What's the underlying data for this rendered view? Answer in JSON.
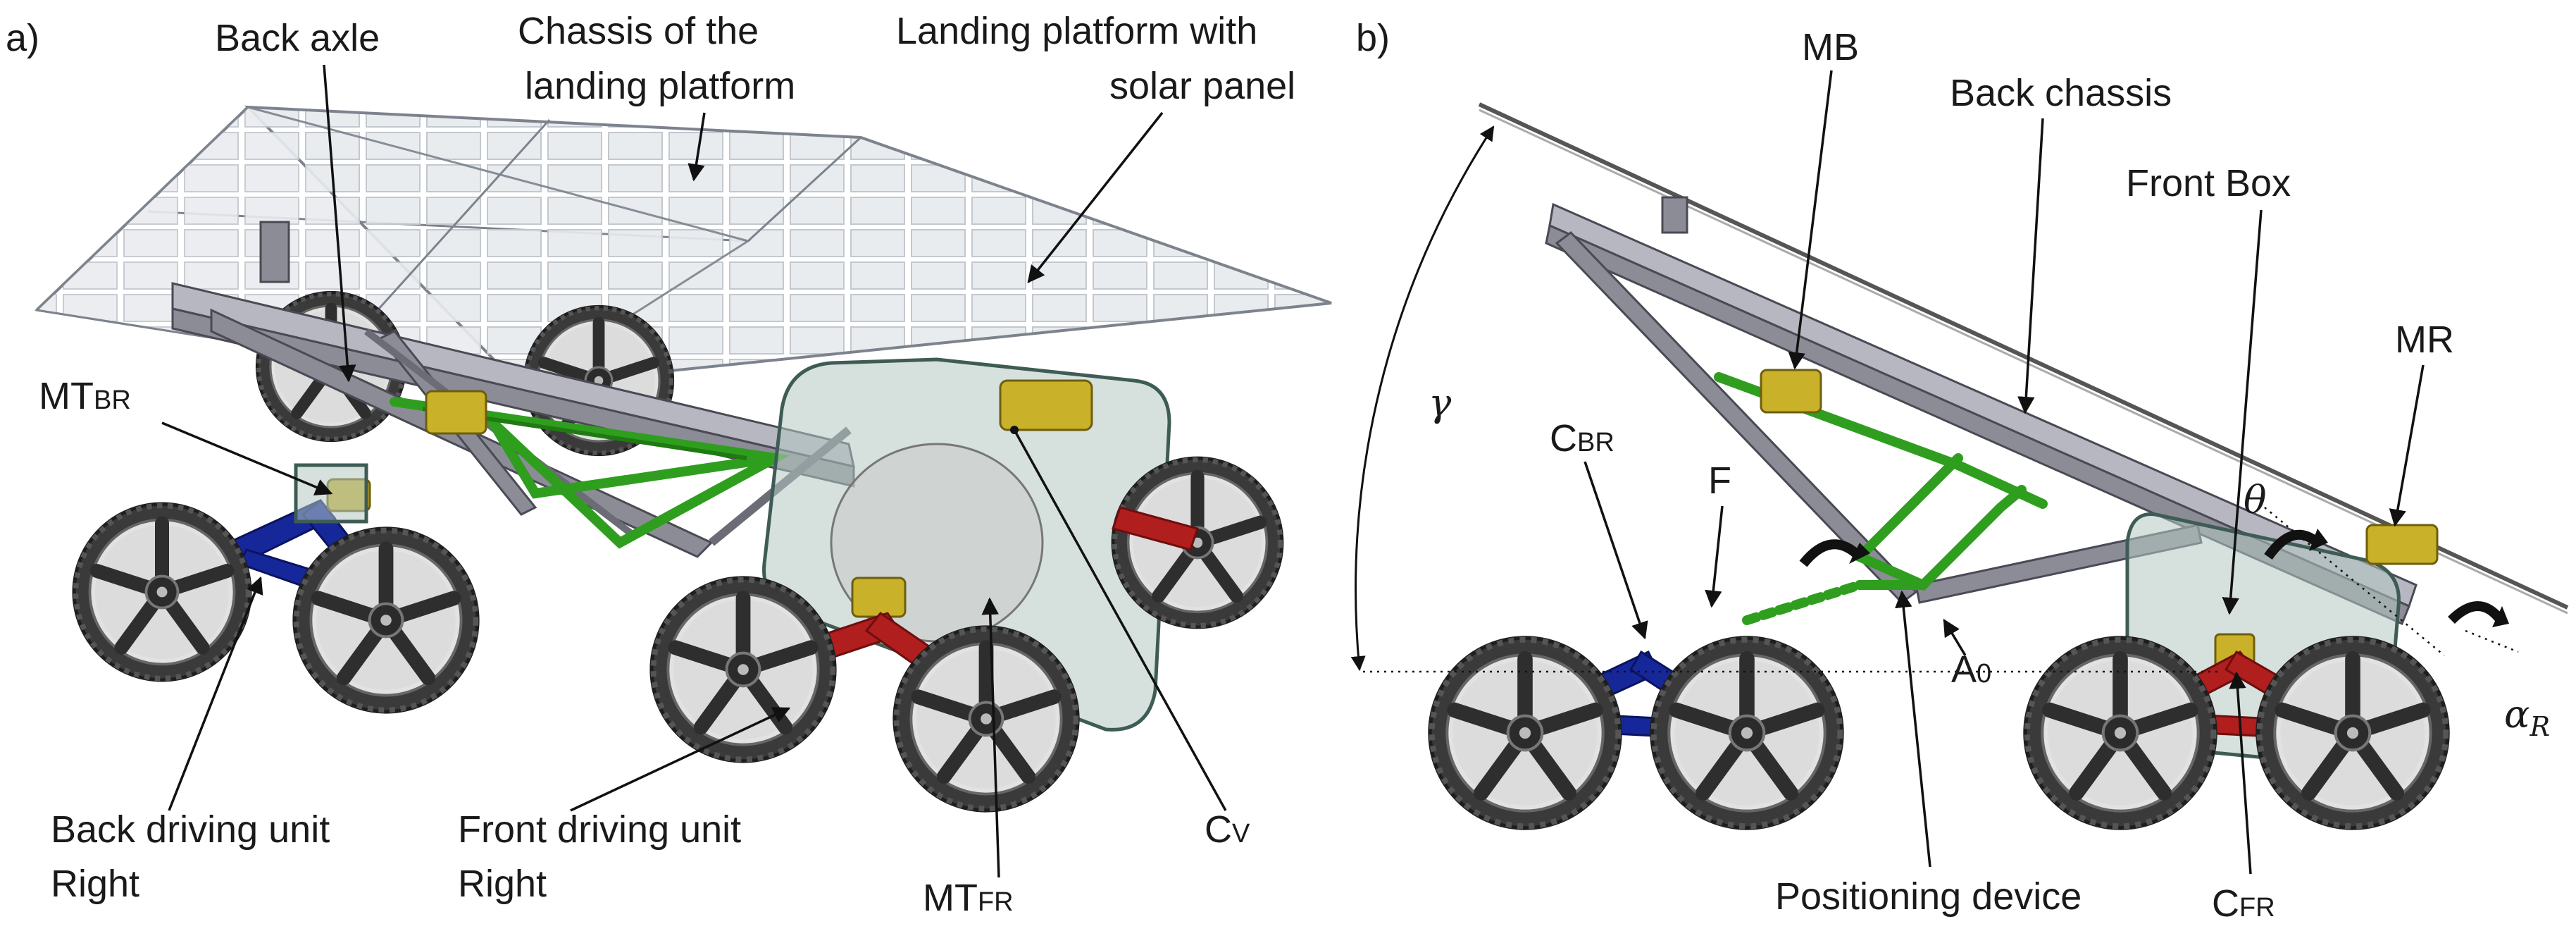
{
  "panel_a": {
    "tag": "a)",
    "labels": {
      "back_axle": "Back axle",
      "chassis_line1": "Chassis of the",
      "chassis_line2": "landing platform",
      "landing_line1": "Landing platform with",
      "landing_line2": "solar panel",
      "mt_br_main": "MT",
      "mt_br_sub": "BR",
      "back_drive_line1": "Back driving unit",
      "back_drive_line2": "Right",
      "front_drive_line1": "Front driving unit",
      "front_drive_line2": "Right",
      "mt_fr_main": "MT",
      "mt_fr_sub": "FR",
      "cv_main": "C",
      "cv_sub": "V"
    }
  },
  "panel_b": {
    "tag": "b)",
    "labels": {
      "mb": "MB",
      "back_chassis": "Back chassis",
      "front_box": "Front Box",
      "mr": "MR",
      "gamma": "γ",
      "theta": "θ",
      "alpha": "α",
      "alpha_sub": "R",
      "c_br_main": "C",
      "c_br_sub": "BR",
      "f": "F",
      "a0_main": "A",
      "a0_sub": "0",
      "positioning": "Positioning device",
      "c_fr_main": "C",
      "c_fr_sub": "FR"
    }
  },
  "colors": {
    "back_unit": "#16279a",
    "front_unit": "#b01e1e",
    "positioning_device": "#2f9e1f",
    "motors": "#c9b12a",
    "chassis": "#8c8c96"
  }
}
